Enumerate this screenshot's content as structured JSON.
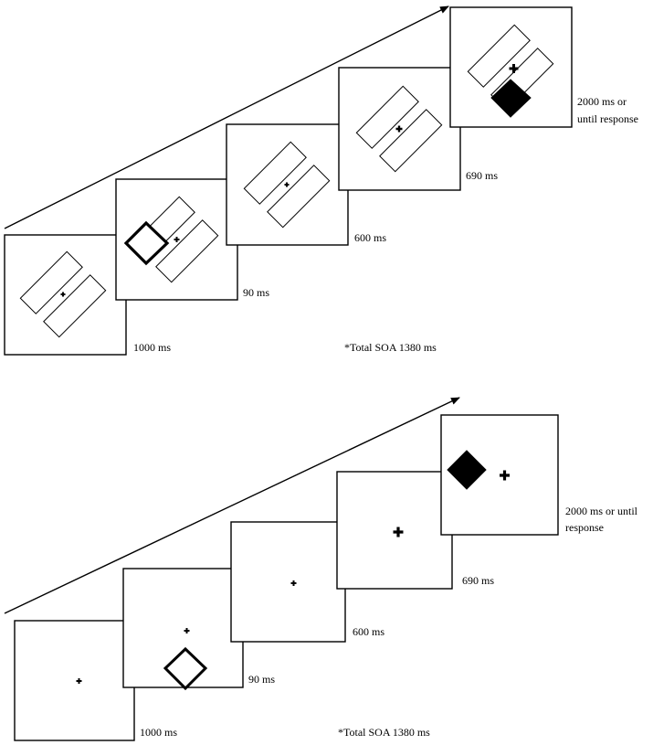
{
  "top_panel": {
    "durations": [
      "1000 ms",
      "90 ms",
      "600 ms",
      "690 ms"
    ],
    "final_duration_line1": "2000 ms or",
    "final_duration_line2": "until response",
    "soa_note": "*Total SOA 1380 ms"
  },
  "bottom_panel": {
    "durations": [
      "1000 ms",
      "90 ms",
      "600 ms",
      "690 ms"
    ],
    "final_duration_line1": "2000 ms or until",
    "final_duration_line2": "response",
    "soa_note": "*Total SOA 1380 ms"
  },
  "colors": {
    "stroke": "#000000",
    "background": "#ffffff",
    "target": "#000000"
  },
  "icons": [
    "fixation-cross",
    "cue-outline-diamond",
    "target-filled-diamond",
    "rectangle-object"
  ]
}
